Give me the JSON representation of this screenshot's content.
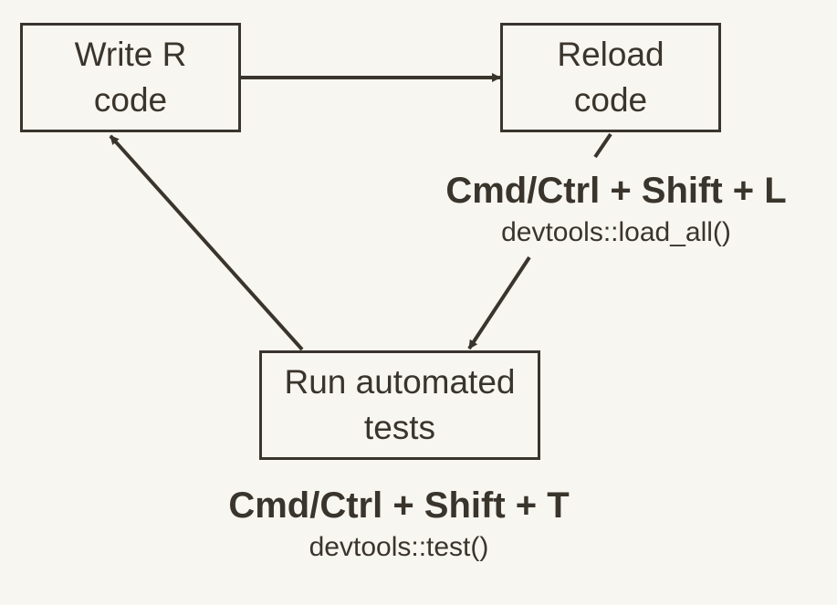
{
  "nodes": {
    "write": {
      "line1": "Write R",
      "line2": "code"
    },
    "reload": {
      "line1": "Reload",
      "line2": "code"
    },
    "tests": {
      "line1": "Run automated",
      "line2": "tests"
    }
  },
  "reload_step": {
    "shortcut": "Cmd/Ctrl + Shift + L",
    "function": "devtools::load_all()"
  },
  "test_step": {
    "shortcut": "Cmd/Ctrl + Shift + T",
    "function": "devtools::test()"
  },
  "colors": {
    "background": "#f8f6f1",
    "ink": "#3a352c"
  }
}
